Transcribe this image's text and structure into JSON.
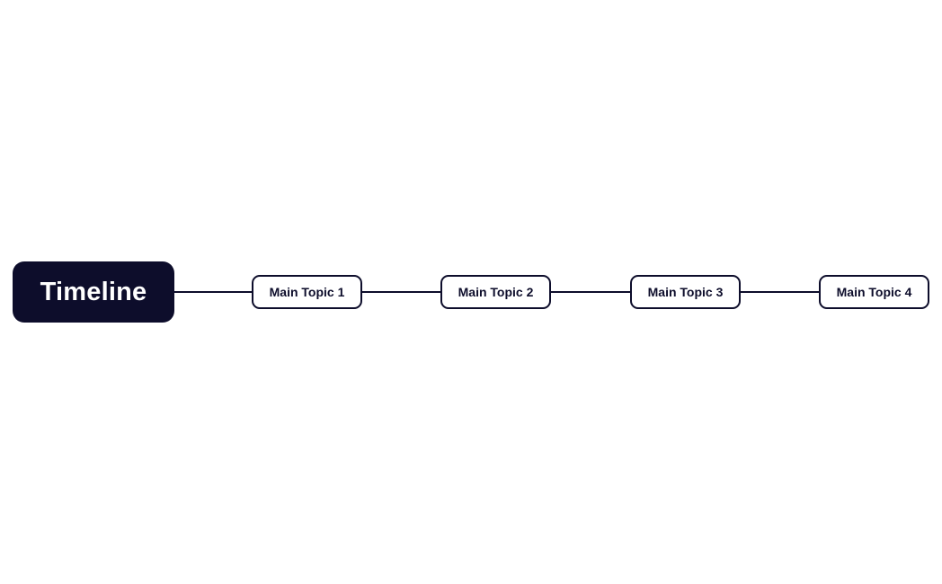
{
  "diagram": {
    "root": {
      "label": "Timeline"
    },
    "topics": [
      {
        "label": "Main Topic 1"
      },
      {
        "label": "Main Topic 2"
      },
      {
        "label": "Main Topic 3"
      },
      {
        "label": "Main Topic 4"
      }
    ],
    "colors": {
      "node_dark": "#0d0d2b",
      "node_bg": "#ffffff",
      "root_text": "#ffffff"
    }
  }
}
